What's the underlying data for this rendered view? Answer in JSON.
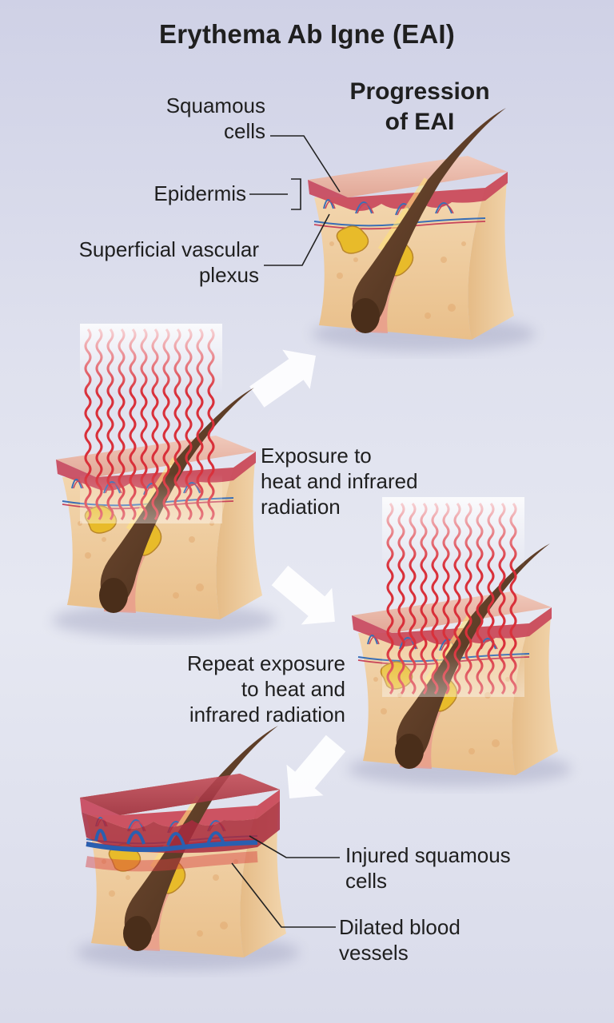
{
  "header": {
    "title": "Erythema Ab Igne (EAI)",
    "subtitle_line1": "Progression",
    "subtitle_line2": "of EAI"
  },
  "labels": {
    "squamous_line1": "Squamous",
    "squamous_line2": "cells",
    "epidermis": "Epidermis",
    "plexus_line1": "Superficial vascular",
    "plexus_line2": "plexus",
    "exposure_line1": "Exposure to",
    "exposure_line2": "heat and infrared",
    "exposure_line3": "radiation",
    "repeat_line1": "Repeat exposure",
    "repeat_line2": "to heat and",
    "repeat_line3": "infrared radiation",
    "injured_line1": "Injured squamous",
    "injured_line2": "cells",
    "dilated_line1": "Dilated blood",
    "dilated_line2": "vessels"
  },
  "colors": {
    "dermis": "#f0cfa0",
    "epidermis": "#c8455a",
    "skin_top": "#e9b9a8",
    "radiation": "#d9303a",
    "vessel_blue": "#3a6fb5",
    "gland_yellow": "#e8bb2a",
    "hair": "#5a3a22",
    "arrow": "#ffffff"
  }
}
